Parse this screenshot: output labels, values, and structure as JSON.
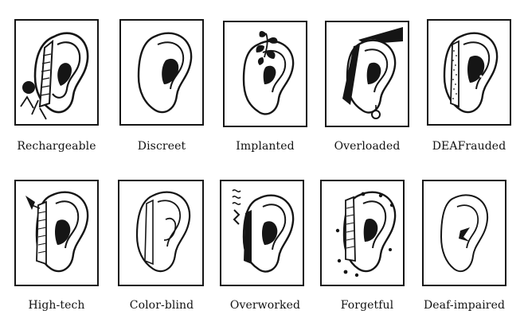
{
  "figure": {
    "rows": [
      [
        {
          "label": "Rechargeable",
          "icon": "ear-battery-pack-icon"
        },
        {
          "label": "Discreet",
          "icon": "ear-plain-icon"
        },
        {
          "label": "Implanted",
          "icon": "ear-plant-sprout-icon"
        },
        {
          "label": "Overloaded",
          "icon": "ear-overloaded-icon"
        },
        {
          "label": "DEAFrauded",
          "icon": "ear-dotted-aid-icon"
        }
      ],
      [
        {
          "label": "High-tech",
          "icon": "ear-antenna-icon"
        },
        {
          "label": "Color-blind",
          "icon": "ear-outline-only-icon"
        },
        {
          "label": "Overworked",
          "icon": "ear-sound-waves-icon"
        },
        {
          "label": "Forgetful",
          "icon": "ear-dripping-aid-icon"
        },
        {
          "label": "Deaf-impaired",
          "icon": "ear-empty-canal-icon"
        }
      ]
    ]
  },
  "colors": {
    "ink": "#151515",
    "paper": "#ffffff"
  }
}
